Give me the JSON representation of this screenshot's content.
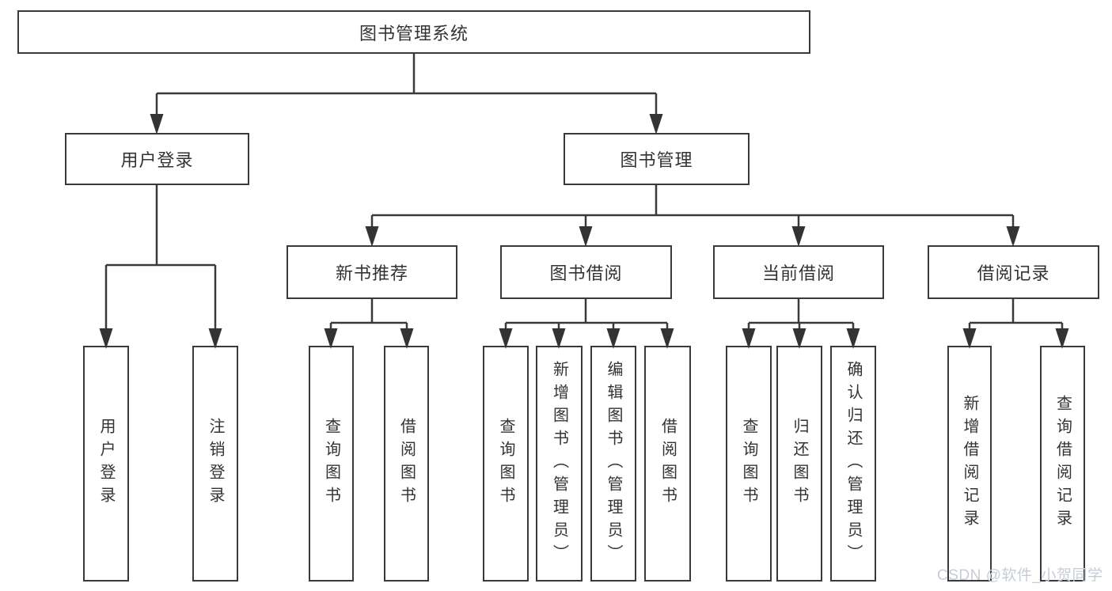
{
  "diagram": {
    "title_node": "图书管理系统",
    "root": {
      "label": "图书管理系统"
    },
    "level2": [
      {
        "id": "user-login",
        "label": "用户登录"
      },
      {
        "id": "book-management",
        "label": "图书管理"
      }
    ],
    "level3": [
      {
        "id": "new-book-recommend",
        "label": "新书推荐",
        "parent": "图书管理"
      },
      {
        "id": "book-borrow",
        "label": "图书借阅",
        "parent": "图书管理"
      },
      {
        "id": "current-borrow",
        "label": "当前借阅",
        "parent": "图书管理"
      },
      {
        "id": "borrow-records",
        "label": "借阅记录",
        "parent": "图书管理"
      }
    ],
    "leaves": [
      {
        "label": "用户登录",
        "parent": "用户登录"
      },
      {
        "label": "注销登录",
        "parent": "用户登录"
      },
      {
        "label": "查询图书",
        "parent": "新书推荐"
      },
      {
        "label": "借阅图书",
        "parent": "新书推荐"
      },
      {
        "label": "查询图书",
        "parent": "图书借阅"
      },
      {
        "label": "新增图书（管理员）",
        "parent": "图书借阅"
      },
      {
        "label": "编辑图书（管理员）",
        "parent": "图书借阅"
      },
      {
        "label": "借阅图书",
        "parent": "图书借阅"
      },
      {
        "label": "查询图书",
        "parent": "当前借阅"
      },
      {
        "label": "归还图书",
        "parent": "当前借阅"
      },
      {
        "label": "确认归还（管理员）",
        "parent": "当前借阅"
      },
      {
        "label": "新增借阅记录",
        "parent": "借阅记录"
      },
      {
        "label": "查询借阅记录",
        "parent": "借阅记录"
      }
    ]
  },
  "watermark": {
    "text": "CSDN @软件_小贺同学"
  },
  "colors": {
    "line": "#3a3a3a",
    "box_border": "#3a3a3a",
    "text": "#333333",
    "background": "#ffffff",
    "watermark": "#c7ccd7"
  }
}
